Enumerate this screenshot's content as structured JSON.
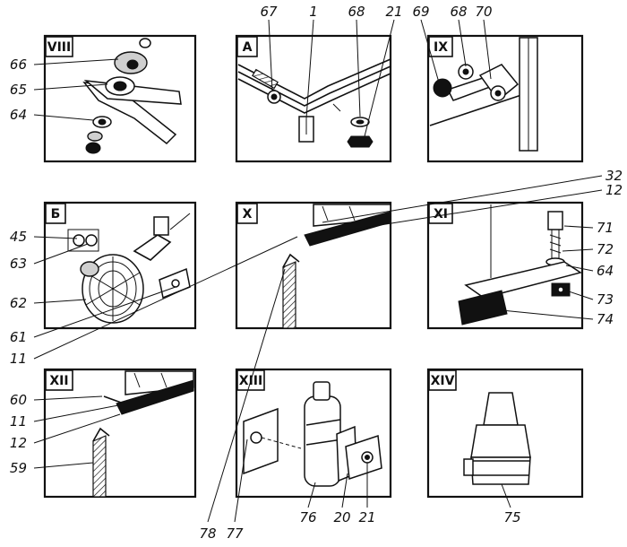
{
  "panels": [
    {
      "id": "viii",
      "tag": "VIII"
    },
    {
      "id": "a",
      "tag": "А"
    },
    {
      "id": "ix",
      "tag": "IX"
    },
    {
      "id": "b",
      "tag": "Б"
    },
    {
      "id": "x",
      "tag": "X"
    },
    {
      "id": "xi",
      "tag": "XI"
    },
    {
      "id": "xii",
      "tag": "XII"
    },
    {
      "id": "xiii",
      "tag": "XIII"
    },
    {
      "id": "xiv",
      "tag": "XIV"
    }
  ],
  "callouts": [
    "66",
    "65",
    "64",
    "67",
    "1",
    "68",
    "21",
    "69",
    "68",
    "70",
    "45",
    "63",
    "62",
    "61",
    "32",
    "12",
    "11",
    "71",
    "72",
    "64",
    "73",
    "74",
    "60",
    "11",
    "12",
    "59",
    "78",
    "77",
    "76",
    "20",
    "21",
    "75"
  ]
}
